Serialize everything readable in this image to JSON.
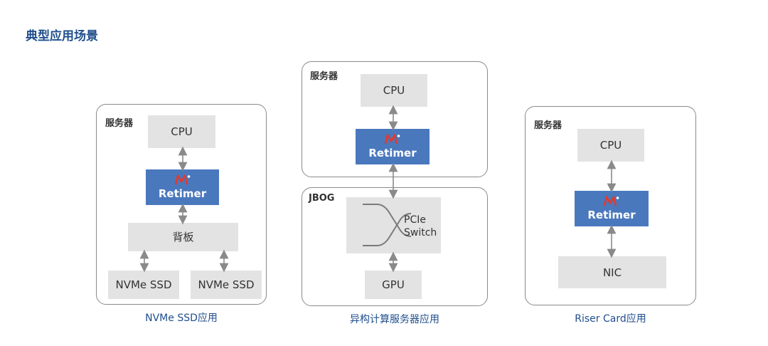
{
  "title": "典型应用场景",
  "diagram1": {
    "panel_label": "服务器",
    "cpu": "CPU",
    "retimer": "Retimer",
    "backplane": "背板",
    "ssd_left": "NVMe SSD",
    "ssd_right": "NVMe SSD",
    "caption": "NVMe SSD应用"
  },
  "diagram2": {
    "server_label": "服务器",
    "cpu": "CPU",
    "retimer": "Retimer",
    "jbog_label": "JBOG",
    "switch_line1": "PCIe",
    "switch_line2": "Switch",
    "gpu": "GPU",
    "caption": "异构计算服务器应用"
  },
  "diagram3": {
    "panel_label": "服务器",
    "cpu": "CPU",
    "retimer": "Retimer",
    "nic": "NIC",
    "caption": "Riser Card应用"
  },
  "colors": {
    "title": "#1f4e8c",
    "retimer_fill": "#4a78bd",
    "box_fill": "#e3e3e3",
    "logo_red": "#e03a2f",
    "arrow": "#8a8a8a"
  }
}
